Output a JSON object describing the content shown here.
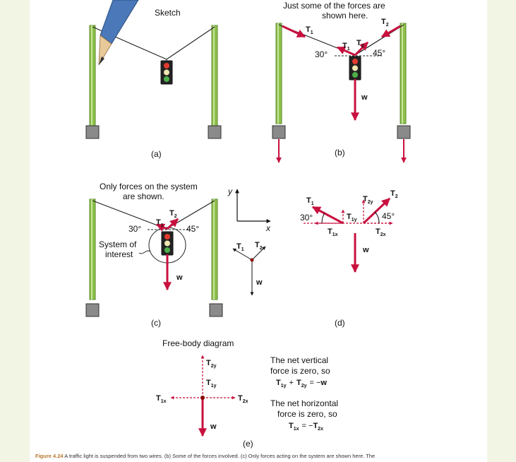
{
  "panels": {
    "a": {
      "title": "Sketch",
      "label": "(a)"
    },
    "b": {
      "note_line1": "Just some of  the forces are",
      "note_line2": "shown here.",
      "label": "(b)",
      "angle_left": "30°",
      "angle_right": "45°"
    },
    "c": {
      "note_line1": "Only forces on the system",
      "note_line2": "are shown.",
      "label": "(c)",
      "angle_left": "30°",
      "angle_right": "45°",
      "system_line1": "System of",
      "system_line2": "interest"
    },
    "d": {
      "label": "(d)",
      "angle_left": "30°",
      "angle_right": "45°"
    },
    "e": {
      "title": "Free-body diagram",
      "label": "(e)",
      "vertical_line1": "The net vertical",
      "vertical_line2": "force is zero, so",
      "horizontal_line1": "The net horizontal",
      "horizontal_line2": "force is zero, so"
    }
  },
  "symbols": {
    "T": "T",
    "w": "w",
    "sub1": "1",
    "sub2": "2",
    "sub1x": "1x",
    "sub1y": "1y",
    "sub2x": "2x",
    "sub2y": "2y",
    "plus": "+",
    "equals_neg": "= −",
    "equals": "=",
    "axis_x": "x",
    "axis_y": "y"
  },
  "caption": {
    "figure": "Figure 4.24",
    "text": " A traffic light is suspended from two wires. (b) Some of the forces involved. (c) Only forces acting on the system are shown here. The"
  },
  "colors": {
    "force": "#c8103e",
    "pole": "#8dc04a",
    "wire": "#222222",
    "light_red": "#e23b2e",
    "light_yellow": "#f0e6b0",
    "light_green": "#4fae4a"
  }
}
